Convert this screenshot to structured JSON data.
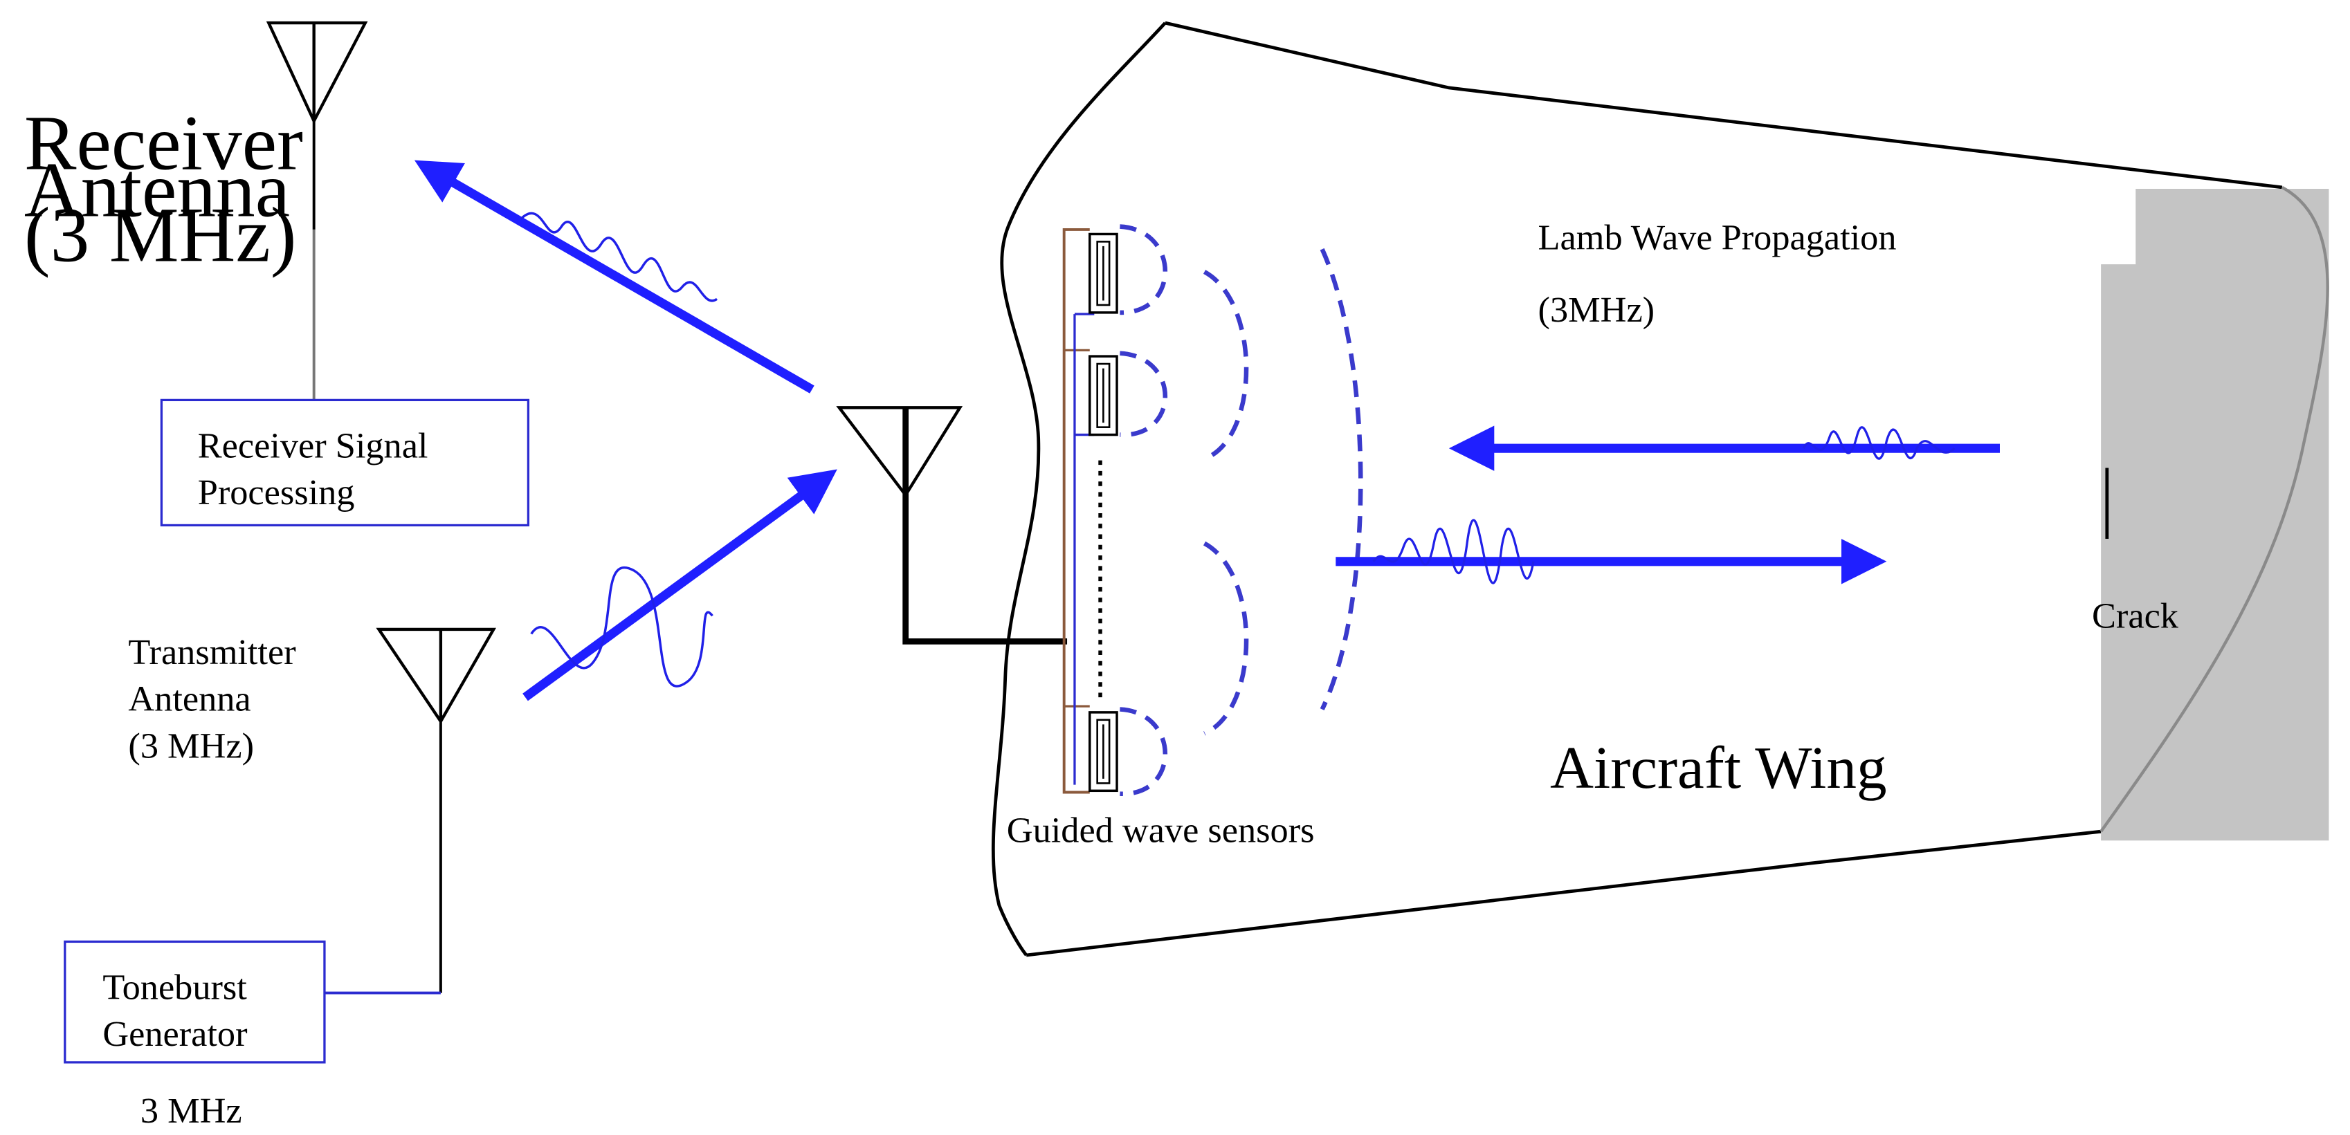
{
  "colors": {
    "signal_blue": "#1f1fff",
    "wave_blue": "#3a3acc",
    "box_border": "#2b2bd0",
    "crack_grey": "#c4c4c4",
    "sensor_wire": "#8b5a3c",
    "line_black": "#000000"
  },
  "labels": {
    "receiver_antenna": [
      "Receiver",
      "Antenna",
      "(3 MHz)"
    ],
    "receiver_processing": [
      "Receiver Signal",
      "Processing"
    ],
    "transmitter_antenna": [
      "Transmitter",
      "Antenna",
      "(3 MHz)"
    ],
    "toneburst_generator": [
      "Toneburst",
      "Generator"
    ],
    "generator_frequency": "3 MHz",
    "lamb_wave": [
      "Lamb Wave Propagation",
      "(3MHz)"
    ],
    "crack": "Crack",
    "aircraft_wing": "Aircraft Wing",
    "guided_wave_sensors": "Guided wave sensors"
  },
  "icons": {
    "antenna": "antenna-icon",
    "sensor": "piezo-sensor-icon",
    "arrow": "arrow-icon"
  }
}
